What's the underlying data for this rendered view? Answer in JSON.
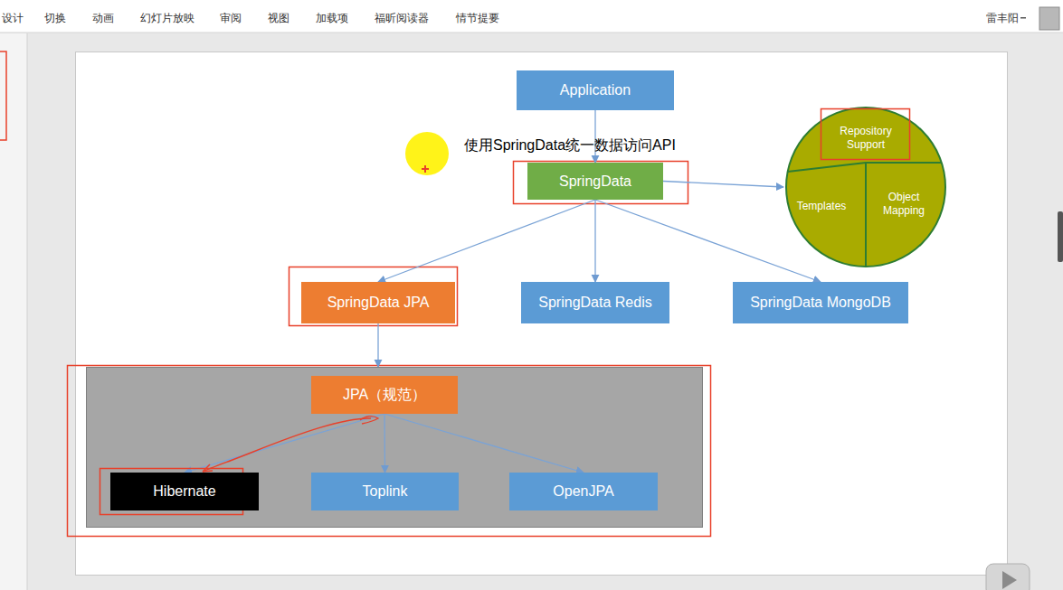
{
  "diagram": {
    "nodes": [
      {
        "text": [
          "Application"
        ]
      },
      {
        "text": [
          "SpringData"
        ]
      },
      {
        "text": [
          "Repository Support",
          "Templates",
          "Object Mapping"
        ]
      },
      {
        "text": [
          "SpringData JPA"
        ]
      },
      {
        "text": [
          "SpringData Redis"
        ]
      },
      {
        "text": [
          "SpringData MongoDB"
        ]
      },
      {
        "text": []
      },
      {
        "text": [
          "JPA（规范）"
        ],
        "in": 6
      },
      {
        "text": [
          "Hibernate"
        ],
        "in": 6
      },
      {
        "text": [
          "Toplink"
        ],
        "in": 6
      },
      {
        "text": [
          "OpenJPA"
        ],
        "in": 6
      }
    ],
    "edges": [
      {
        "from": 0,
        "to": 1,
        "arrow": "to"
      },
      {
        "from": 1,
        "to": 2,
        "arrow": "to"
      },
      {
        "from": 1,
        "to": 3,
        "arrow": "to"
      },
      {
        "from": 1,
        "to": 4,
        "arrow": "to"
      },
      {
        "from": 1,
        "to": 5,
        "arrow": "to"
      },
      {
        "from": 3,
        "to": 6,
        "arrow": "to"
      },
      {
        "from": 7,
        "to": 8,
        "arrow": "to"
      },
      {
        "from": 7,
        "to": 9,
        "arrow": "to"
      },
      {
        "from": 7,
        "to": 10,
        "arrow": "to"
      }
    ],
    "labels": [
      "设计",
      "切换",
      "动画",
      "幻灯片放映",
      "审阅",
      "视图",
      "加载项",
      "福昕阅读器",
      "情节提要",
      "雷丰阳",
      "使用SpringData统一数据访问API"
    ]
  }
}
